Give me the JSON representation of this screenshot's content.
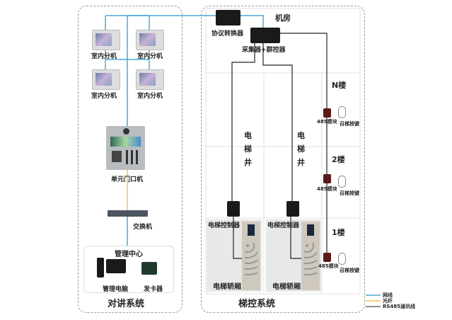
{
  "systems": {
    "intercom": "对讲系统",
    "elevator": "梯控系统"
  },
  "intercom": {
    "indoor_units": [
      "室内分机",
      "室内分机",
      "室内分机",
      "室内分机"
    ],
    "door_unit": "单元门口机",
    "switch": "交换机",
    "management": {
      "title": "管理中心",
      "pc": "管理电脑",
      "card_issuer": "发卡器"
    }
  },
  "elevator": {
    "machine_room": "机房",
    "protocol_converter": "协议转换器",
    "collector": "采集器+群控器",
    "shafts": [
      "电梯井",
      "电梯井"
    ],
    "controllers": [
      "电梯控制器",
      "电梯控制器"
    ],
    "cars": [
      "电梯轿厢",
      "电梯轿厢"
    ],
    "floors": [
      {
        "name": "N楼",
        "module": "485模块",
        "button": "召梯按键"
      },
      {
        "name": "2楼",
        "module": "485模块",
        "button": "召梯按键"
      },
      {
        "name": "1楼",
        "module": "485模块",
        "button": "召梯按键"
      }
    ]
  },
  "legend": [
    {
      "label": "网线",
      "color": "#4aa8d8"
    },
    {
      "label": "光纤",
      "color": "#f2c24a"
    },
    {
      "label": "RS485通讯线",
      "color": "#222222"
    }
  ]
}
